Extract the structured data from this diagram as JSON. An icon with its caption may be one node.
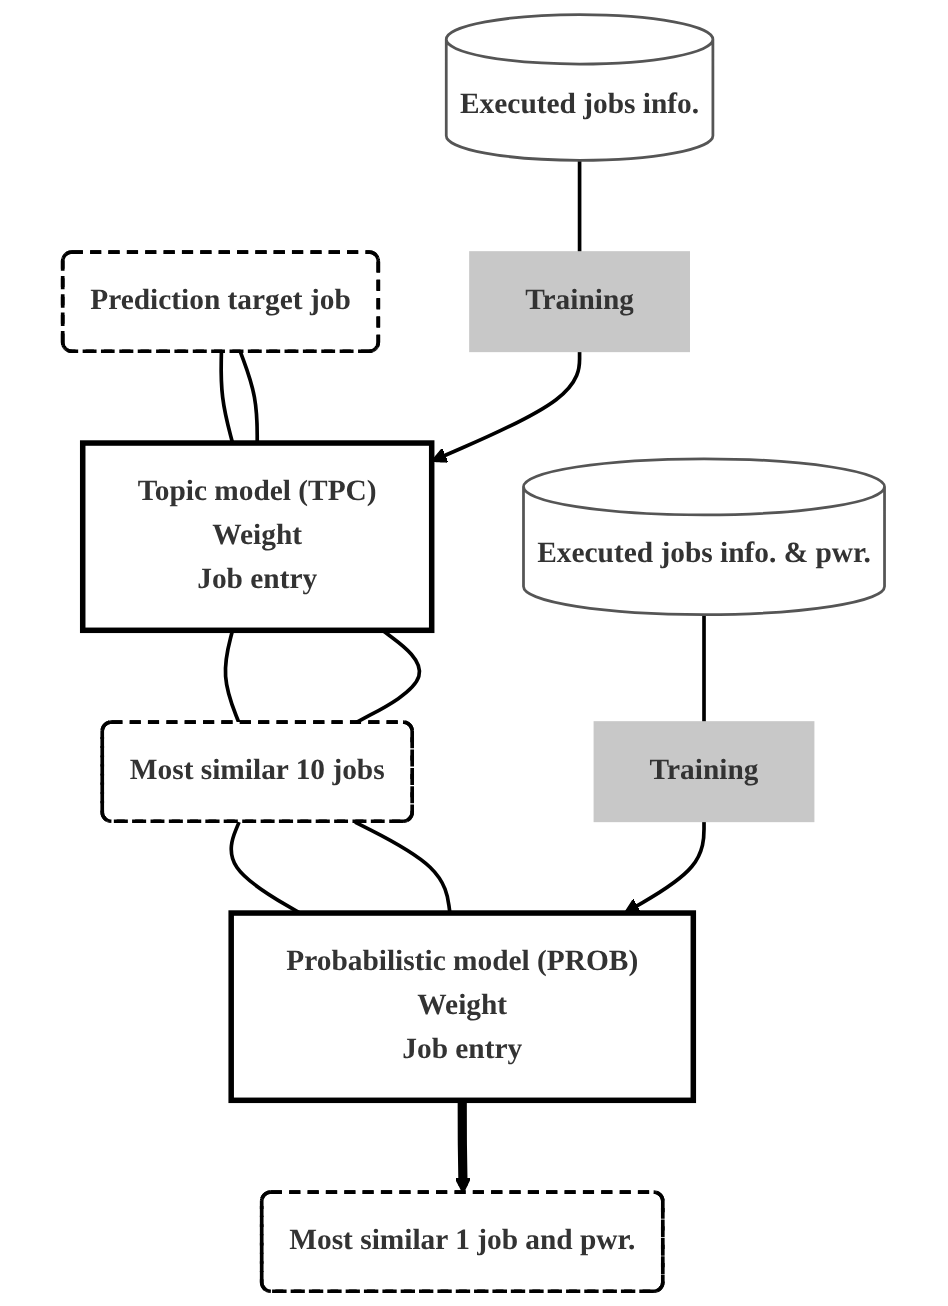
{
  "diagram": {
    "nodes": [
      {
        "text": [
          "Prediction target job"
        ]
      },
      {
        "text": [
          "Executed jobs info."
        ]
      },
      {
        "text": [
          "Training"
        ]
      },
      {
        "text": [
          "Topic model (TPC)",
          "Weight",
          "Job entry"
        ]
      },
      {
        "text": [
          "Most similar 10 jobs"
        ]
      },
      {
        "text": [
          "Executed jobs info. & pwr."
        ]
      },
      {
        "text": [
          "Training"
        ]
      },
      {
        "text": [
          "Probabilistic model (PROB)",
          "Weight",
          "Job entry"
        ]
      },
      {
        "text": [
          "Most similar 1 job and pwr."
        ]
      }
    ],
    "edges": [
      {
        "from": 0,
        "to": 3,
        "arrow": "none"
      },
      {
        "from": 0,
        "to": 3,
        "arrow": "none"
      },
      {
        "from": 1,
        "to": 2,
        "arrow": "none"
      },
      {
        "from": 2,
        "to": 3,
        "arrow": "to"
      },
      {
        "from": 3,
        "to": 4,
        "arrow": "none"
      },
      {
        "from": 3,
        "to": 4,
        "arrow": "none"
      },
      {
        "from": 4,
        "to": 7,
        "arrow": "none"
      },
      {
        "from": 4,
        "to": 7,
        "arrow": "none"
      },
      {
        "from": 5,
        "to": 6,
        "arrow": "none"
      },
      {
        "from": 6,
        "to": 7,
        "arrow": "to"
      },
      {
        "from": 7,
        "to": 8,
        "arrow": "to",
        "style": "thick"
      }
    ]
  }
}
